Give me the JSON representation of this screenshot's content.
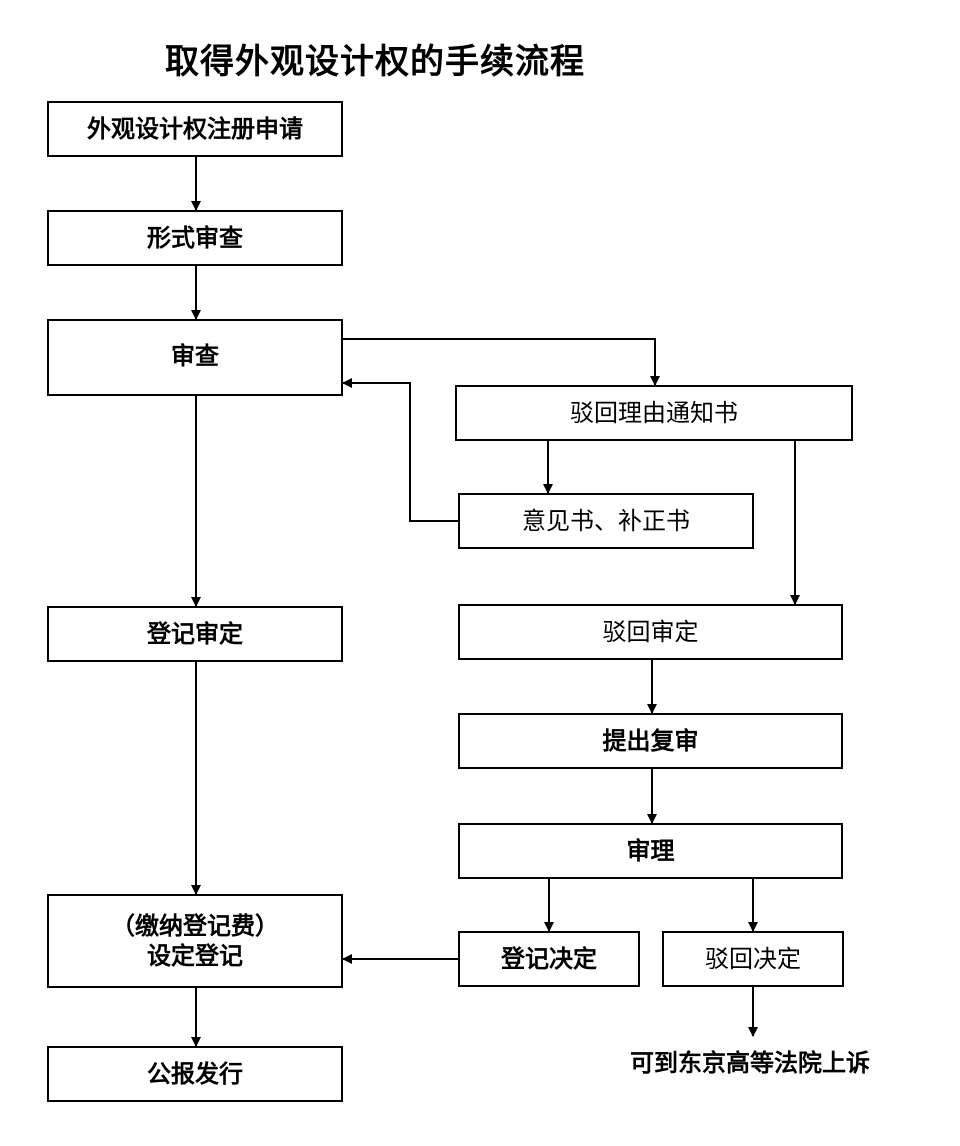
{
  "title": "取得外观设计权的手续流程",
  "steps": {
    "apply": "外观设计权注册申请",
    "formal_exam": "形式审查",
    "exam": "审查",
    "rejection_notice": "驳回理由通知书",
    "opinion": "意见书、补正书",
    "registration_exam": "登记审定",
    "rejection_exam": "驳回审定",
    "appeal_request": "提出复审",
    "trial": "审理",
    "pay_fee": "（缴纳登记费）",
    "registration": "设定登记",
    "registration_decision": "登记决定",
    "rejection_decision": "驳回决定",
    "publication": "公报发行",
    "high_court_appeal": "可到东京高等法院上诉"
  }
}
